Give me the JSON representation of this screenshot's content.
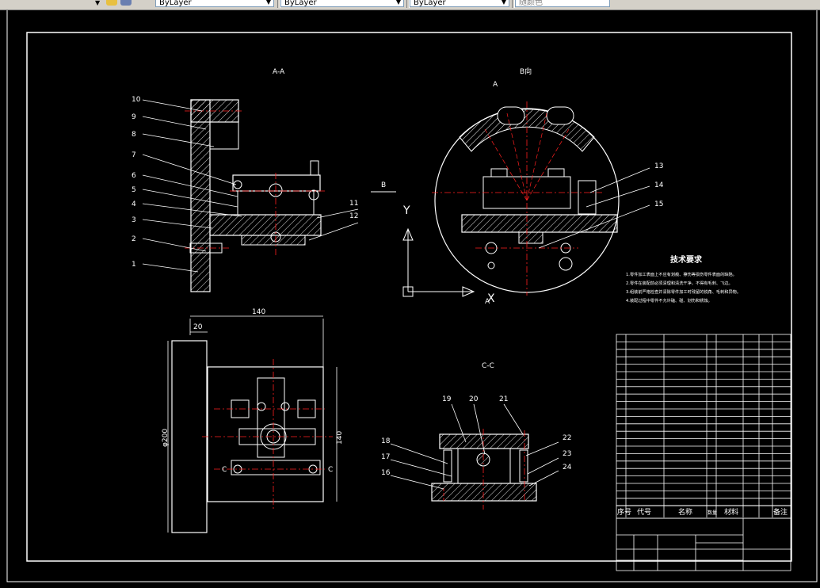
{
  "toolbar": {
    "layer_color": "ByLayer",
    "layer_linetype": "ByLayer",
    "layer_lineweight": "ByLayer",
    "plot_style": "随颜色"
  },
  "views": {
    "section_aa": "A-A",
    "view_b": "B向",
    "section_cc": "C-C",
    "b_arrow": "B",
    "a_mark_top": "A",
    "a_mark_bottom": "A",
    "c_left": "C",
    "c_right": "C"
  },
  "dimensions": {
    "width_140": "140",
    "offset_20": "20",
    "height_140": "140",
    "diameter_200": "φ200"
  },
  "ucs": {
    "y_label": "Y",
    "x_label": "X"
  },
  "balloons_aa": [
    "10",
    "9",
    "8",
    "7",
    "6",
    "5",
    "4",
    "3",
    "2",
    "1",
    "11",
    "12"
  ],
  "balloons_b": [
    "13",
    "14",
    "15"
  ],
  "balloons_cc": [
    "19",
    "20",
    "21",
    "18",
    "17",
    "16",
    "22",
    "23",
    "24"
  ],
  "tech_req": {
    "title": "技术要求",
    "line1": "1.零件加工表面上不应有划痕、擦伤等损伤零件表面的缺陷。",
    "line2": "2.零件在装配前必须清理和清洗干净，不得有毛刺、飞边。",
    "line3": "3.组装前严格检查并清除零件加工时残留的锐角、毛刺和异物。",
    "line4": "4.装配过程中零件不允许磕、碰、划伤和锈蚀。"
  },
  "title_block": {
    "col_seq": "序号",
    "col_code": "代号",
    "col_name": "名称",
    "col_qty": "数量",
    "col_material": "材料",
    "col_remark": "备注"
  },
  "colors": {
    "outline": "#ffffff",
    "center_line": "#ff2020",
    "leader": "#ffffff",
    "hatch": "#ffffff",
    "toolbar_bg": "#d4d0c8"
  }
}
